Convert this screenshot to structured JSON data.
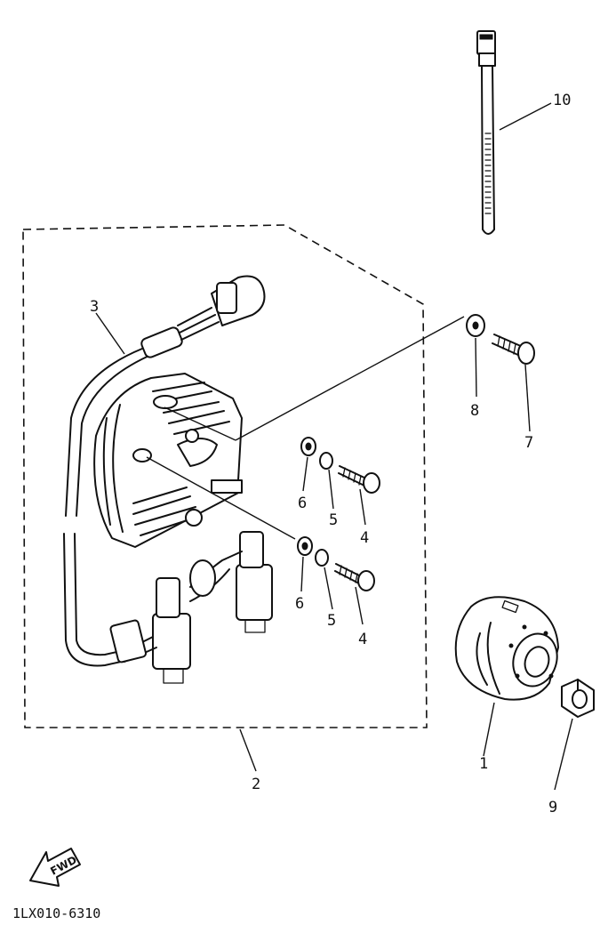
{
  "parts": [
    {
      "callout": "1",
      "name": "flywheel-rotor"
    },
    {
      "callout": "2",
      "name": "stator-assembly"
    },
    {
      "callout": "3",
      "name": "wire-harness"
    },
    {
      "callout": "4",
      "name": "screw"
    },
    {
      "callout": "5",
      "name": "lock-washer"
    },
    {
      "callout": "6",
      "name": "plain-washer"
    },
    {
      "callout": "7",
      "name": "bolt"
    },
    {
      "callout": "8",
      "name": "washer"
    },
    {
      "callout": "9",
      "name": "nut"
    },
    {
      "callout": "10",
      "name": "cable-tie"
    }
  ],
  "labels": {
    "p1": "1",
    "p2": "2",
    "p3": "3",
    "p4a": "4",
    "p4b": "4",
    "p5a": "5",
    "p5b": "5",
    "p6a": "6",
    "p6b": "6",
    "p7": "7",
    "p8": "8",
    "p9": "9",
    "p10": "10"
  },
  "fwd_arrow": {
    "text": "FWD",
    "icon": "forward-direction-arrow-icon"
  },
  "drawing_code": "1LX010-6310"
}
